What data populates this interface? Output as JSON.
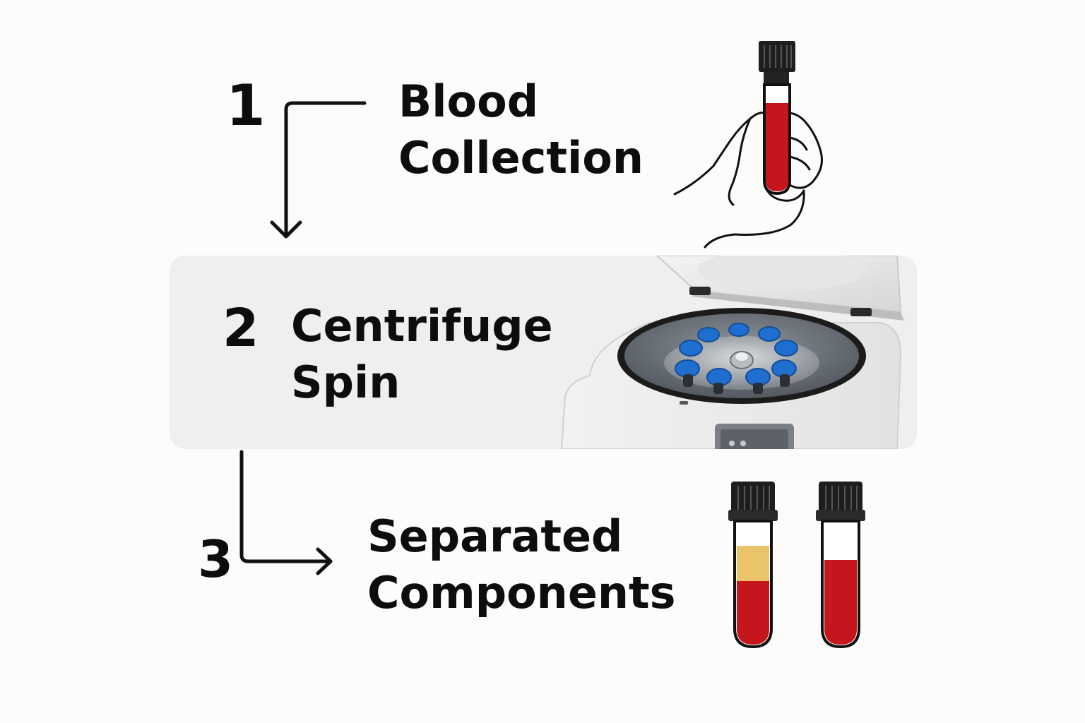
{
  "steps": [
    {
      "number": "1",
      "title_lines": [
        "Blood",
        "Collection"
      ]
    },
    {
      "number": "2",
      "title_lines": [
        "Centrifuge",
        "Spin"
      ]
    },
    {
      "number": "3",
      "title_lines": [
        "Separated",
        "Components"
      ]
    }
  ],
  "colors": {
    "blood": "#c4161c",
    "plasma": "#e9c46a",
    "cap": "#1e1e1e",
    "rotor_cap": "#1f6fd1",
    "panel": "#efefee",
    "ink": "#0d0d0d"
  },
  "icons": [
    "hand-holding-tube-icon",
    "centrifuge-icon",
    "separated-tube-icon",
    "whole-blood-tube-icon"
  ]
}
